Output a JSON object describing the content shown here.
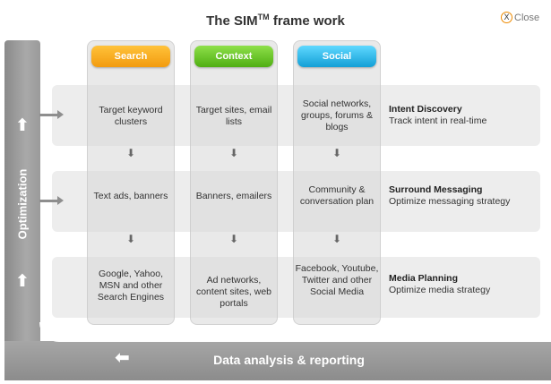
{
  "header": {
    "title_main": "The SIM",
    "title_sup": "TM",
    "title_rest": " frame work",
    "close_label": "Close",
    "close_icon": "X"
  },
  "axes": {
    "optimization_label": "Optimization",
    "reporting_label": "Data analysis & reporting"
  },
  "colors": {
    "search": "#f29b0f",
    "context": "#5fc31a",
    "social": "#1fb2e6",
    "bar_gray": "#999999",
    "band_gray": "#ededed"
  },
  "columns": [
    {
      "name": "Search",
      "cells": [
        "Target keyword clusters",
        "Text ads, banners",
        "Google, Yahoo, MSN and other Search Engines"
      ]
    },
    {
      "name": "Context",
      "cells": [
        "Target sites, email lists",
        "Banners, emailers",
        "Ad networks, content sites, web portals"
      ]
    },
    {
      "name": "Social",
      "cells": [
        "Social networks, groups, forums & blogs",
        "Community & conversation plan",
        "Facebook, Youtube, Twitter and other Social Media"
      ]
    }
  ],
  "rows": [
    {
      "title": "Intent Discovery",
      "subtitle": "Track intent in real-time"
    },
    {
      "title": "Surround Messaging",
      "subtitle": "Optimize messaging strategy"
    },
    {
      "title": "Media Planning",
      "subtitle": "Optimize media strategy"
    }
  ]
}
